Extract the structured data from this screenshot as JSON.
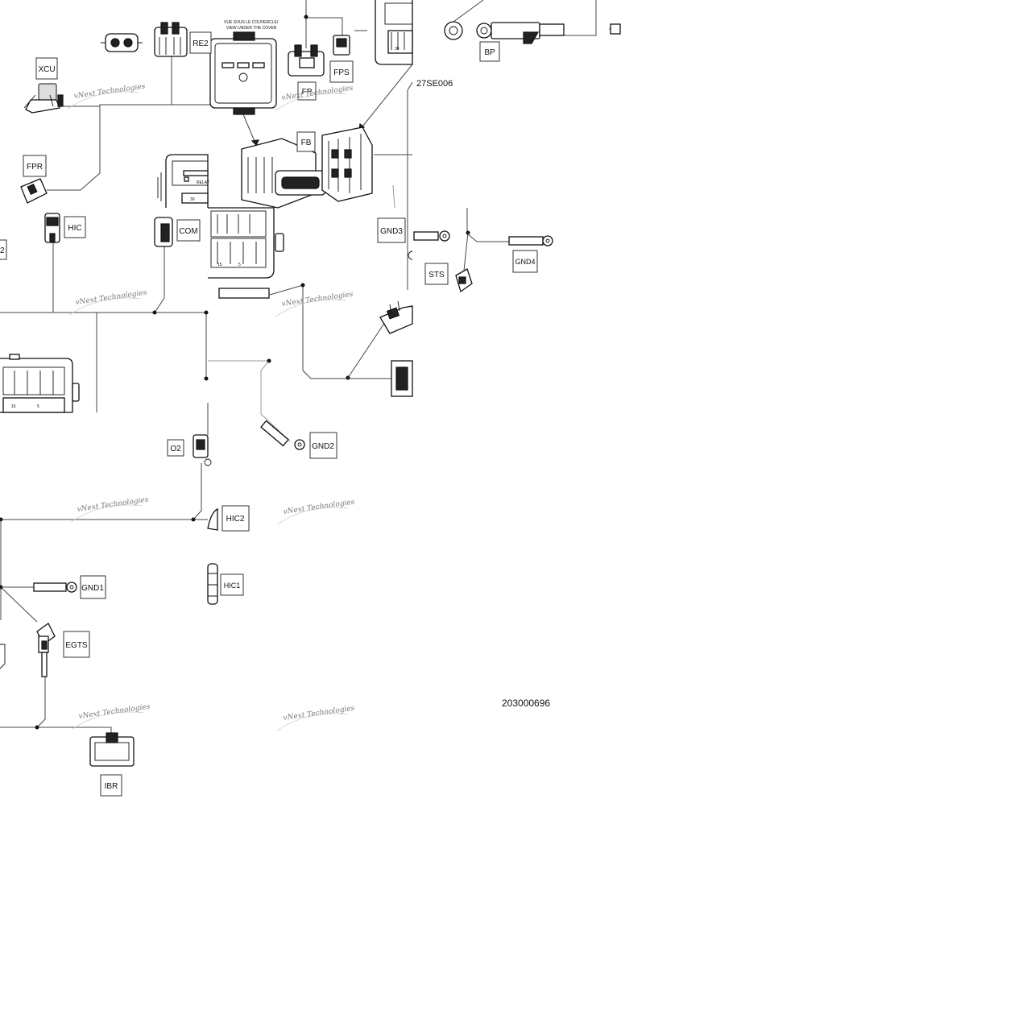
{
  "labels": {
    "xcu": "XCU",
    "re2": "RE2",
    "fps": "FPS",
    "fp": "FP",
    "bp": "BP",
    "fb": "FB",
    "fpr": "FPR",
    "hic": "HIC",
    "com": "COM",
    "gnd3": "GND3",
    "gnd4": "GND4",
    "sts": "STS",
    "o2": "O2",
    "gnd2": "GND2",
    "hic2": "HIC2",
    "hic1": "HIC1",
    "gnd1": "GND1",
    "egts": "EGTS",
    "ibr": "IBR",
    "partial_left": "2"
  },
  "texts": {
    "view_note_fr": "VUE SOUS LE COUVERCLE/",
    "view_note_en": "VIEW UNDER THE COVER",
    "relay_label": "RELAY",
    "fuse_30": "30",
    "fuse_15": "15",
    "fuse_5": "5",
    "panel_ref": "27SE006",
    "drawing_number": "203000696"
  },
  "watermark": {
    "text": "vNext Technologies"
  },
  "colors": {
    "line": "#111111",
    "wire": "#444444",
    "label_border": "#333333",
    "watermark": "#777777",
    "background": "#ffffff"
  }
}
